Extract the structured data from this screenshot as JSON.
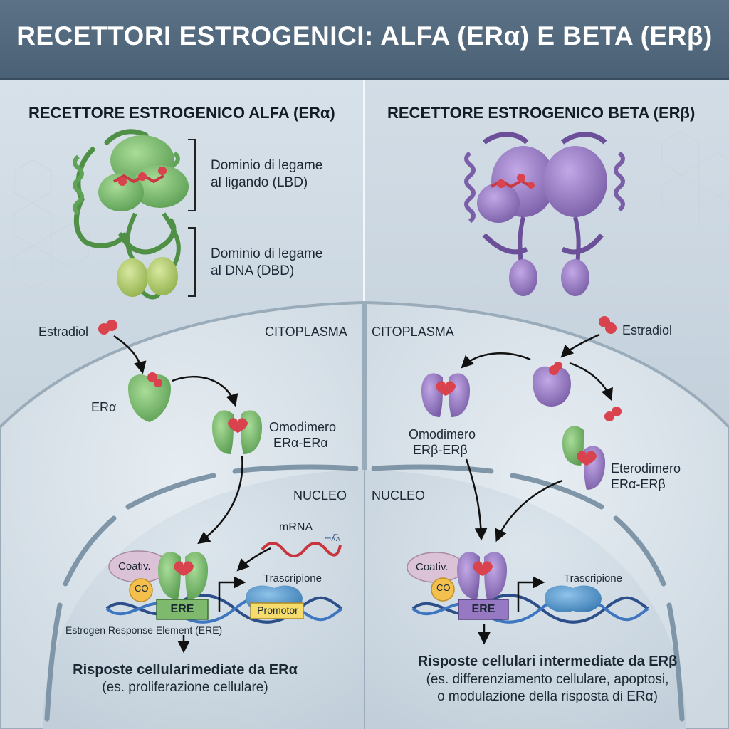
{
  "title": "RECETTORI ESTROGENICI: ALFA (ERα) E BETA (ERβ)",
  "alpha": {
    "heading": "RECETTORE ESTROGENICO ALFA (ERα)",
    "lbd_label": [
      "Dominio di legame",
      "al ligando (LBD)"
    ],
    "dbd_label": [
      "Dominio di legame",
      "al DNA (DBD)"
    ],
    "estradiol": "Estradiol",
    "cytoplasm": "CITOPLASMA",
    "monomer": "ERα",
    "homodimer": [
      "Omodimero",
      "ERα-ERα"
    ],
    "nucleus": "NUCLEO",
    "mrna": "mRNA",
    "coactivator": "Coativ.",
    "co": "CO",
    "ere": "ERE",
    "transcription": "Trascripione",
    "promotor": "Promotor",
    "ere_caption": "Estrogen Response Element (ERE)",
    "response_title": "Risposte cellularimediate da ERα",
    "response_note": "(es. proliferazione cellulare)"
  },
  "beta": {
    "heading": "RECETTORE ESTROGENICO BETA (ERβ)",
    "estradiol": "Estradiol",
    "cytoplasm": "CITOPLASMA",
    "homodimer": [
      "Omodimero",
      "ERβ-ERβ"
    ],
    "heterodimer": [
      "Eterodimero",
      "ERα-ERβ"
    ],
    "nucleus": "NUCLEO",
    "coactivator": "Coativ.",
    "co": "CO",
    "ere": "ERE",
    "transcription": "Trascripione",
    "response_title": "Risposte cellulari intermediate da ERβ",
    "response_note": [
      "(es. differenziamento cellulare, apoptosi,",
      "o modulazione della risposta di ERα)"
    ]
  },
  "colors": {
    "alpha_green": "#7fbf72",
    "beta_purple": "#9a7fc4",
    "ligand_red": "#d8434e",
    "ere_alpha": "#7fb96d",
    "ere_beta": "#9679c2",
    "promotor": "#f6dc6b",
    "coactivator": "#dcc2d6",
    "co": "#f3c04e"
  }
}
